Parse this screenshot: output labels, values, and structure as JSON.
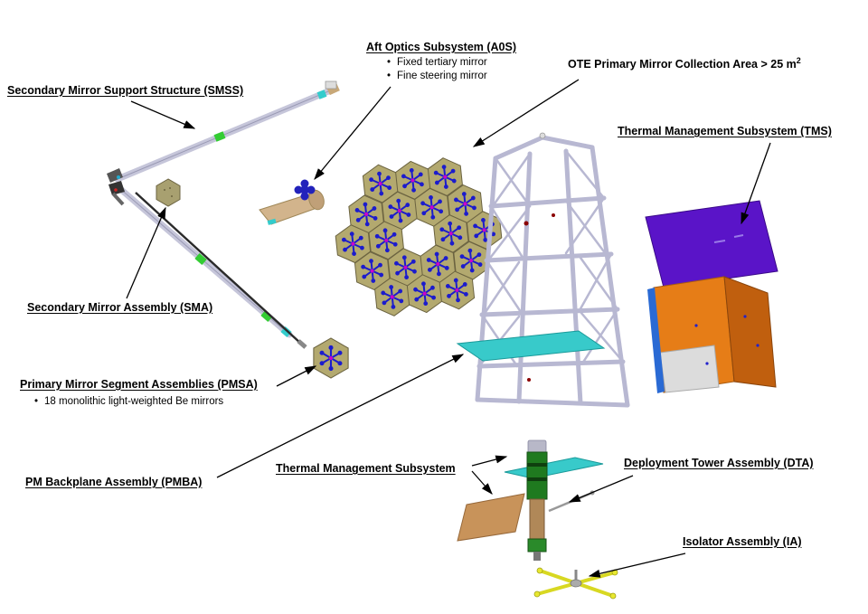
{
  "colors": {
    "mirror_olive": "#b3a96f",
    "actuator_blue": "#1c1ccc",
    "truss_lavender": "#bcbcd6",
    "tms_purple": "#5a14c8",
    "tms_orange": "#e67d17",
    "radiator_cyan": "#38caca",
    "isolator_yellow": "#d8d822",
    "arrow_black": "#000000"
  },
  "labels": {
    "smss": {
      "text": "Secondary Mirror Support Structure (SMSS)"
    },
    "aos": {
      "title": "Aft Optics Subsystem (A0S)",
      "bullets": [
        "Fixed tertiary mirror",
        "Fine steering mirror"
      ]
    },
    "ote_area": {
      "text": "OTE Primary Mirror Collection Area > 25 m",
      "sup": "2"
    },
    "tms": {
      "text": "Thermal Management Subsystem (TMS)"
    },
    "sma": {
      "text": "Secondary Mirror Assembly (SMA)"
    },
    "pmsa": {
      "title": "Primary Mirror Segment Assemblies (PMSA)",
      "bullets": [
        "18 monolithic light-weighted Be mirrors"
      ]
    },
    "pmba": {
      "text": "PM Backplane Assembly (PMBA)"
    },
    "tms_lower": {
      "text": "Thermal Management Subsystem"
    },
    "dta": {
      "text": "Deployment Tower Assembly (DTA)"
    },
    "ia": {
      "text": "Isolator Assembly (IA)"
    }
  }
}
